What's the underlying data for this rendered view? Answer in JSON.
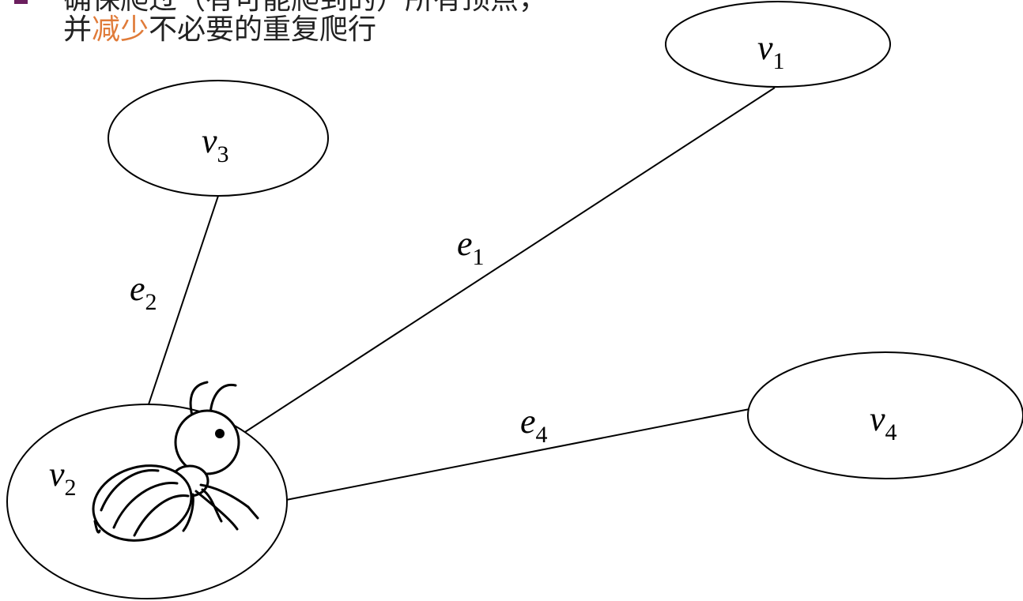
{
  "text": {
    "line1": "确保爬过（有可能爬到的）所有顶点，",
    "line2_prefix": "并",
    "line2_accent": "减少",
    "line2_suffix": "不必要的重复爬行"
  },
  "colors": {
    "accent": "#e07b39",
    "bullet": "#6b1f5e",
    "stroke": "#000000"
  },
  "graph": {
    "vertices": [
      {
        "id": "v1",
        "letter": "v",
        "sub": "1"
      },
      {
        "id": "v2",
        "letter": "v",
        "sub": "2"
      },
      {
        "id": "v3",
        "letter": "v",
        "sub": "3"
      },
      {
        "id": "v4",
        "letter": "v",
        "sub": "4"
      }
    ],
    "edges": [
      {
        "id": "e1",
        "letter": "e",
        "sub": "1",
        "from": "v2",
        "to": "v1"
      },
      {
        "id": "e2",
        "letter": "e",
        "sub": "2",
        "from": "v2",
        "to": "v3"
      },
      {
        "id": "e4",
        "letter": "e",
        "sub": "4",
        "from": "v2",
        "to": "v4"
      }
    ]
  },
  "icons": {
    "ant": "ant-icon"
  }
}
